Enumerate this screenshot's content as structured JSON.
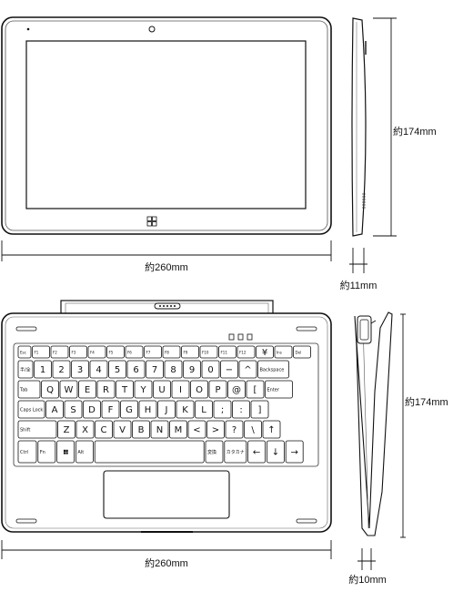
{
  "dimensions": {
    "tablet_width": "約260mm",
    "tablet_height": "約174mm",
    "tablet_depth": "約11mm",
    "keyboard_width": "約260mm",
    "keyboard_height": "約174mm",
    "keyboard_depth": "約10mm"
  },
  "keyboard": {
    "rows": [
      [
        "Esc",
        "F1",
        "F2",
        "F3",
        "F4",
        "F5",
        "F6",
        "F7",
        "F8",
        "F9",
        "F10",
        "F11",
        "F12",
        "¥",
        "Ins",
        "Del"
      ],
      [
        "半/全",
        "1",
        "2",
        "3",
        "4",
        "5",
        "6",
        "7",
        "8",
        "9",
        "0",
        "−",
        "^",
        "Backspace"
      ],
      [
        "Tab",
        "Q",
        "W",
        "E",
        "R",
        "T",
        "Y",
        "U",
        "I",
        "O",
        "P",
        "@",
        "[",
        "Enter"
      ],
      [
        "Caps Lock",
        "A",
        "S",
        "D",
        "F",
        "G",
        "H",
        "J",
        "K",
        "L",
        ";",
        ":",
        "]"
      ],
      [
        "Shift",
        "Z",
        "X",
        "C",
        "V",
        "B",
        "N",
        "M",
        "<",
        ">",
        "?",
        "\\",
        "↑"
      ],
      [
        "Ctrl",
        "Fn",
        "win",
        "Alt",
        "",
        "変換",
        "カタカナ",
        "←",
        "↓",
        "→"
      ]
    ]
  },
  "icons": {
    "windows_button": "windows-icon",
    "camera": "camera-icon"
  }
}
